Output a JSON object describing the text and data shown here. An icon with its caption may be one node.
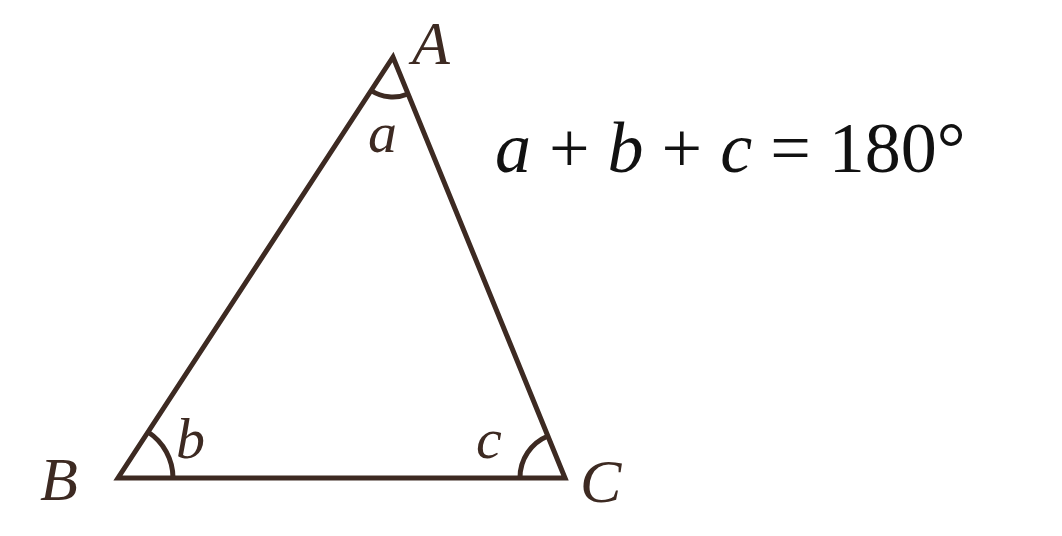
{
  "diagram": {
    "labels": [
      "A",
      "a",
      "*a* + *b* + *c* = 180°",
      "b",
      "c",
      "B",
      "C"
    ]
  }
}
